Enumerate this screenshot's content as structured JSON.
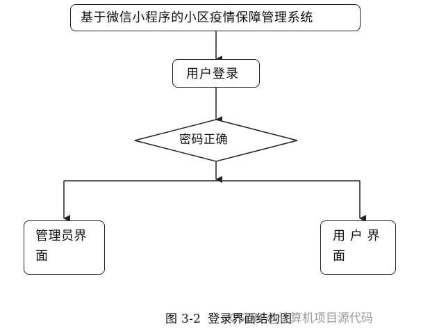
{
  "colors": {
    "line": "#222222",
    "node_fill": "#ffffff",
    "text": "#111111",
    "watermark": "#787878"
  },
  "nodes": {
    "system": {
      "label": "基于微信小程序的小区疫情保障管理系统"
    },
    "login": {
      "label": "用户登录"
    },
    "check": {
      "label": "密码正确"
    },
    "admin": {
      "label": "管理员界\n面"
    },
    "user": {
      "label": "用 户 界\n面"
    }
  },
  "caption": {
    "figure_number": "图 3-2",
    "title": "登录界面结构图"
  },
  "watermark": {
    "text": "CSDN @计算机项目源代码"
  }
}
